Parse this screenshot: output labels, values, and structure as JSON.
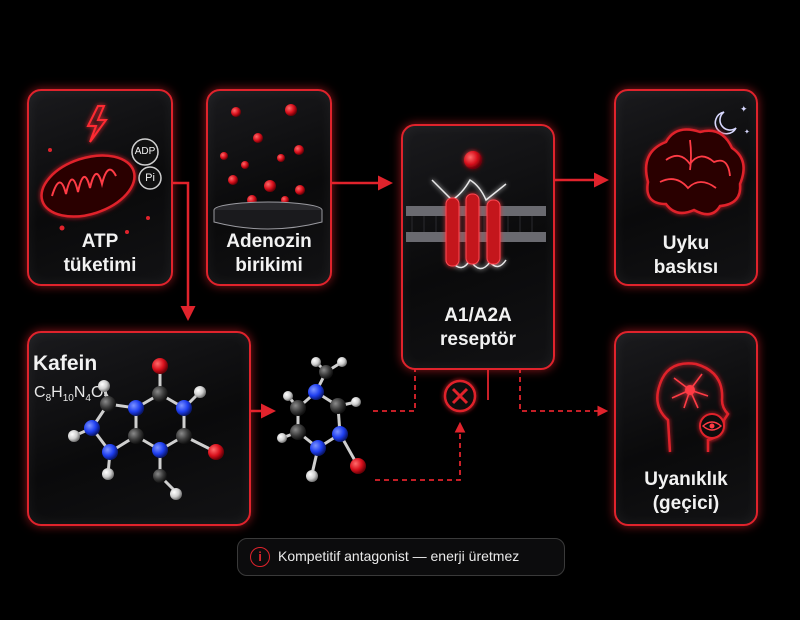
{
  "boxes": {
    "atp": {
      "line1": "ATP",
      "line2": "tüketimi",
      "adp": "ADP",
      "pi": "Pi"
    },
    "adenosine": {
      "line1": "Adenozin",
      "line2": "birikimi"
    },
    "receptor": {
      "line1": "A1/A2A",
      "line2": "reseptör"
    },
    "sleep": {
      "line1": "Uyku",
      "line2": "baskısı"
    },
    "caffeine": {
      "title": "Kafein"
    },
    "wake": {
      "line1": "Uyanıklık",
      "line2": "(geçici)"
    }
  },
  "note": {
    "text": "Kompetitif antagonist — enerji üretmez",
    "icon": "info-icon"
  },
  "colors": {
    "accent": "#e0232c",
    "atom_red": "#d8101c",
    "atom_blue": "#1e3ef0",
    "atom_gray": "#3a3a3a",
    "atom_white": "#e8e8e8"
  }
}
